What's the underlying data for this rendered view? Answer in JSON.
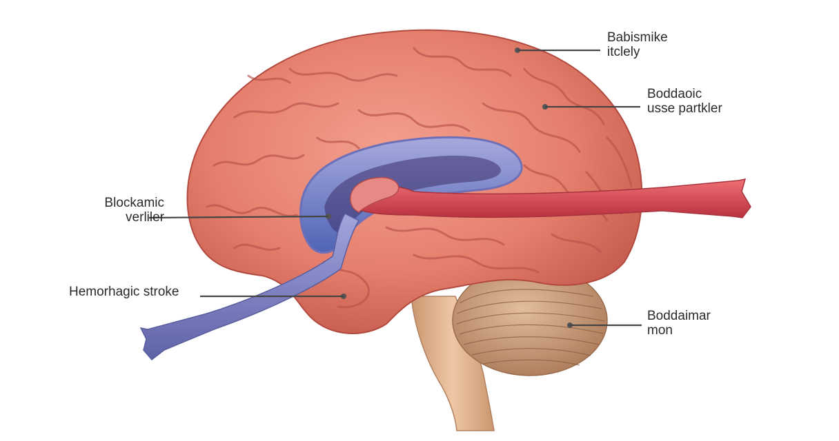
{
  "labels": {
    "top_right": {
      "line1": "Babismike",
      "line2": "itclely"
    },
    "mid_right": {
      "line1": "Boddaoic",
      "line2": "usse partkler"
    },
    "left_upper": {
      "line1": "Blockamic",
      "line2": "verliler"
    },
    "left_lower": {
      "line1": "Hemorhagic stroke"
    },
    "bottom_right": {
      "line1": "Boddaimar",
      "line2": "mon"
    }
  },
  "colors": {
    "cortex": "#e9806e",
    "cortex_shadow": "#c9584b",
    "ventricle": "#7b86c9",
    "artery_red": "#d84a55",
    "vein_blue": "#7d7fc0",
    "cerebellum": "#b98a68",
    "brainstem": "#e2b48e",
    "leader": "#444444"
  }
}
